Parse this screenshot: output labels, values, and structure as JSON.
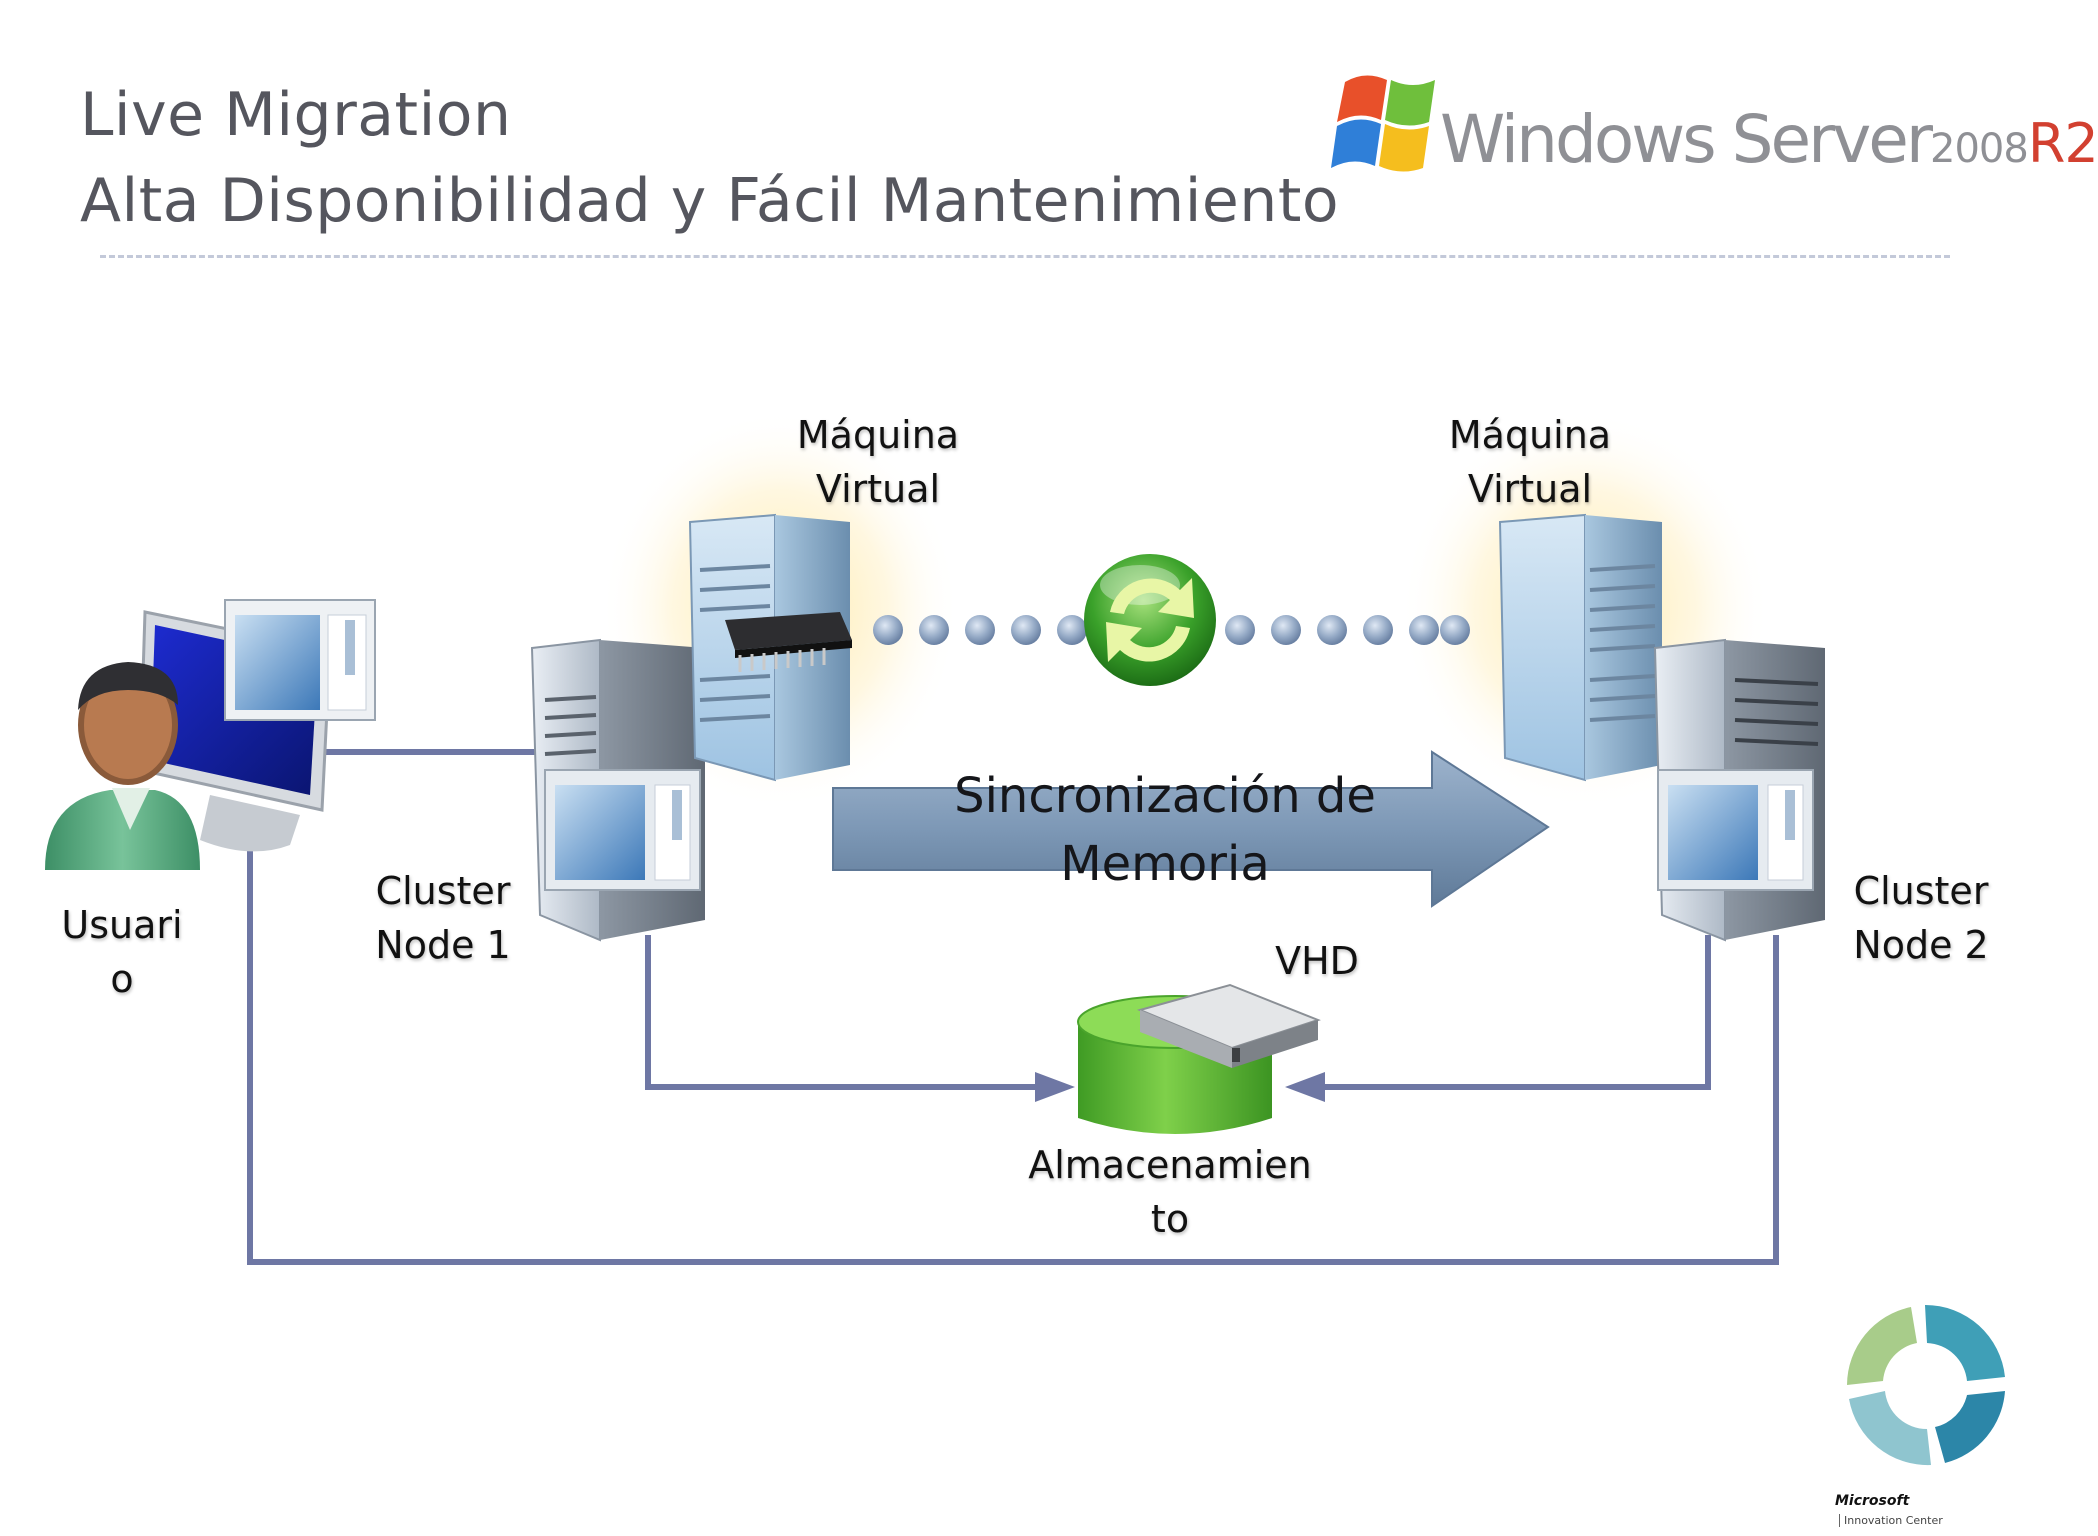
{
  "slide": {
    "title_line1": "Live Migration",
    "title_line2": "Alta Disponibilidad y Fácil Mantenimiento"
  },
  "brand": {
    "windows_server": "Windows Server",
    "version": "2008",
    "edition": "R2",
    "microsoft": "Microsoft",
    "innovation_center": "Innovation Center"
  },
  "diagram": {
    "vm_left": [
      "Máquina",
      "Virtual"
    ],
    "vm_right": [
      "Máquina",
      "Virtual"
    ],
    "usuario": [
      "Usuari",
      "o"
    ],
    "cluster_node_1": [
      "Cluster",
      "Node 1"
    ],
    "cluster_node_2": [
      "Cluster",
      "Node 2"
    ],
    "sync": [
      "Sincronización de",
      "Memoria"
    ],
    "vhd": "VHD",
    "almacenamiento": [
      "Almacenamien",
      "to"
    ]
  },
  "colors": {
    "title": "#55565e",
    "connector": "#6e77a4",
    "arrow": "#7e9ab8",
    "storage": "#4cb231",
    "sync_orb": "#3aa12a",
    "logo_teal": "#3f9fb7"
  },
  "icons": [
    "windows-flag-icon",
    "user-workstation-icon",
    "server-icon",
    "memory-chip-icon",
    "sync-icon",
    "storage-cylinder-icon",
    "hard-drive-icon",
    "innovation-center-logo-icon"
  ]
}
